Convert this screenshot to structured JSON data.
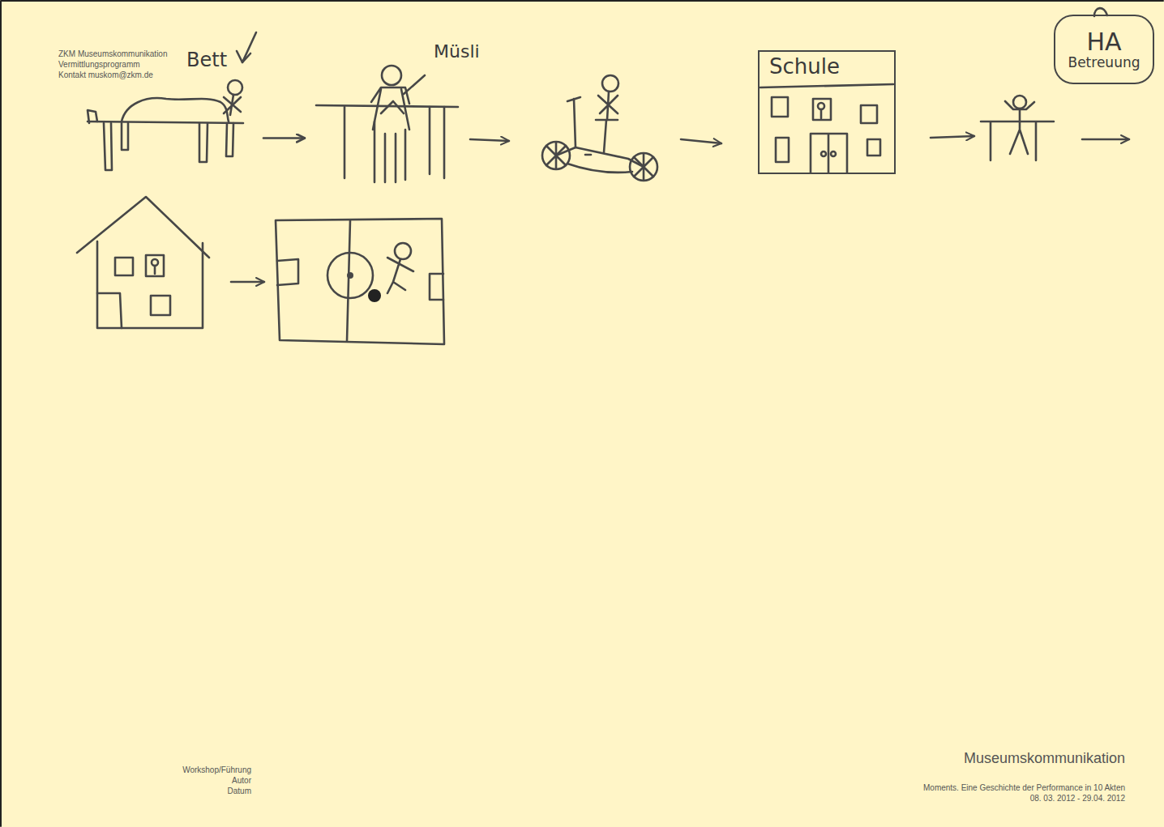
{
  "diagram": {
    "nodes": [
      {
        "text": [
          "Bett"
        ]
      },
      {
        "text": [
          "Müsli"
        ]
      },
      {
        "text": [
          "Schule"
        ]
      },
      {
        "text": [
          "HA",
          "Betreuung"
        ]
      }
    ],
    "edges": [
      {
        "from": 0,
        "to": 1,
        "arrow": "to"
      }
    ],
    "labels": [
      "ZKM Museumskommunikation",
      "Vermittlungsprogramm",
      "Kontakt muskom@zkm.de",
      "Workshop/Führung",
      "Autor",
      "Datum",
      "Museumskommunikation",
      "Moments. Eine Geschichte der Performance in 10 Akten",
      "08. 03. 2012 - 29.04. 2012"
    ]
  }
}
